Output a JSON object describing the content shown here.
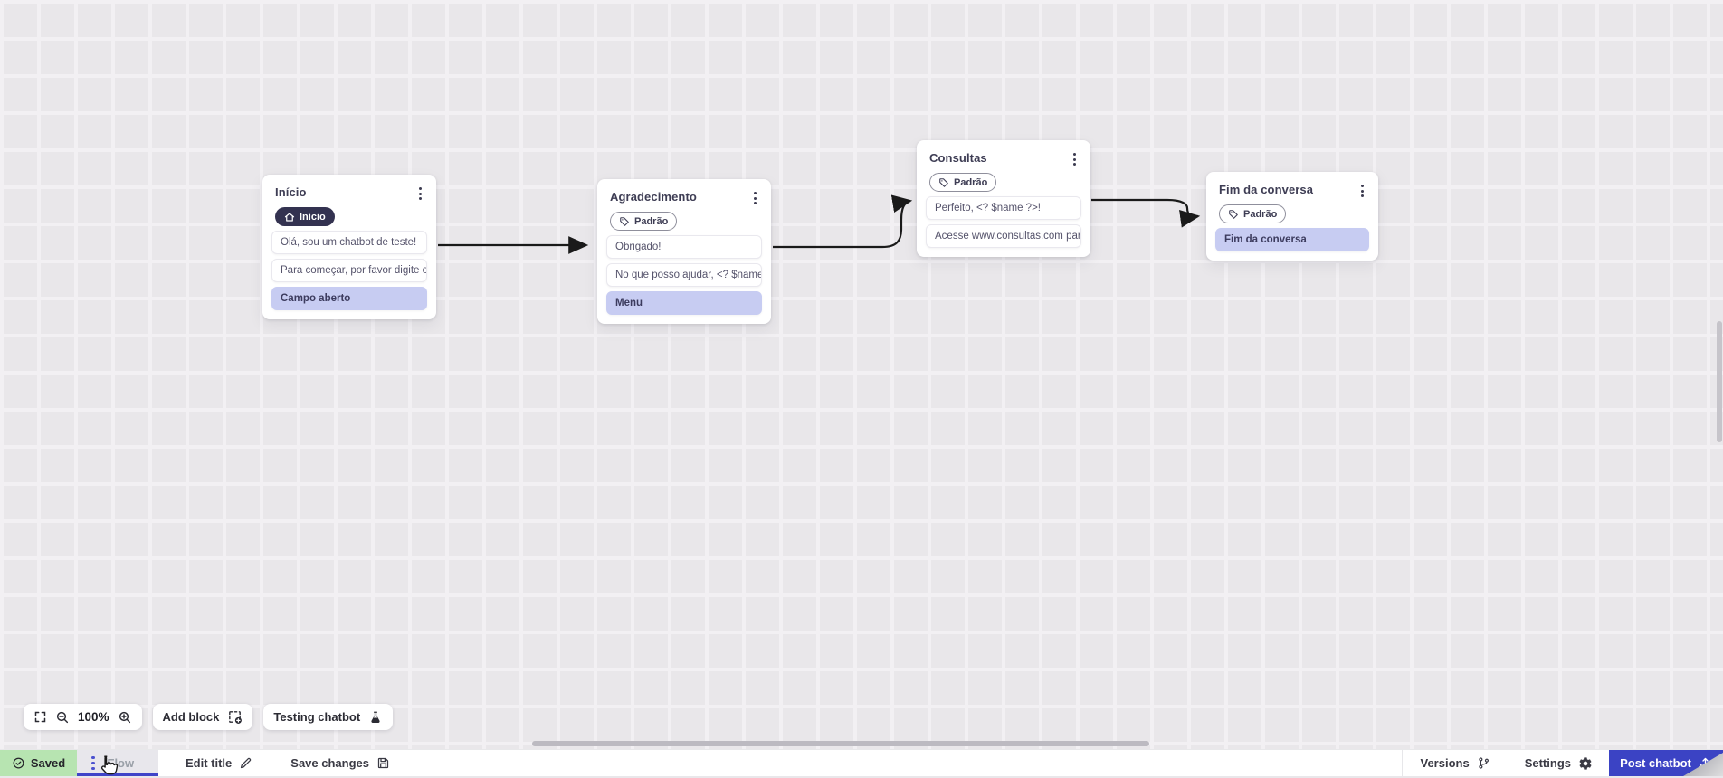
{
  "canvas": {
    "nodes": [
      {
        "title": "Início",
        "badge": {
          "style": "dark",
          "icon": "home-icon",
          "label": "Início"
        },
        "items": [
          {
            "variant": "message",
            "text": "Olá, sou um chatbot de teste!"
          },
          {
            "variant": "message",
            "text": "Para começar, por favor digite o ..."
          },
          {
            "variant": "action",
            "text": "Campo aberto"
          }
        ]
      },
      {
        "title": "Agradecimento",
        "badge": {
          "style": "outline",
          "icon": "tag-icon",
          "label": "Padrão"
        },
        "items": [
          {
            "variant": "message",
            "text": "Obrigado!"
          },
          {
            "variant": "message",
            "text": "No que posso ajudar, <? $name ..."
          },
          {
            "variant": "action",
            "text": "Menu"
          }
        ]
      },
      {
        "title": "Consultas",
        "badge": {
          "style": "outline",
          "icon": "tag-icon",
          "label": "Padrão"
        },
        "items": [
          {
            "variant": "message",
            "text": "Perfeito, <? $name ?>!"
          },
          {
            "variant": "message",
            "text": "Acesse www.consultas.com par..."
          }
        ]
      },
      {
        "title": "Fim da conversa",
        "badge": {
          "style": "outline",
          "icon": "tag-icon",
          "label": "Padrão"
        },
        "items": [
          {
            "variant": "action",
            "text": "Fim da conversa"
          }
        ]
      }
    ]
  },
  "toolbar": {
    "zoom_level": "100%",
    "add_block": "Add block",
    "testing_chatbot": "Testing chatbot",
    "icons": [
      "fullscreen-icon",
      "zoom-out-icon",
      "zoom-in-icon",
      "add-block-icon",
      "flask-icon"
    ]
  },
  "statusbar": {
    "saved": "Saved",
    "flow_tab": "Flow",
    "edit_title": "Edit title",
    "save_changes": "Save changes",
    "versions": "Versions",
    "settings": "Settings",
    "post_chatbot": "Post chatbot",
    "icons": [
      "check-circle-icon",
      "drag-dots-icon",
      "pencil-icon",
      "save-icon",
      "branch-icon",
      "gear-icon",
      "upload-icon"
    ]
  },
  "colors": {
    "accent_indigo": "#3b43c4",
    "saved_green": "#b7e4b1",
    "action_lavender": "#c7ccf2",
    "dark_badge": "#333250",
    "canvas_bg": "#e9e7ea",
    "arrow": "#1a1a1a"
  }
}
